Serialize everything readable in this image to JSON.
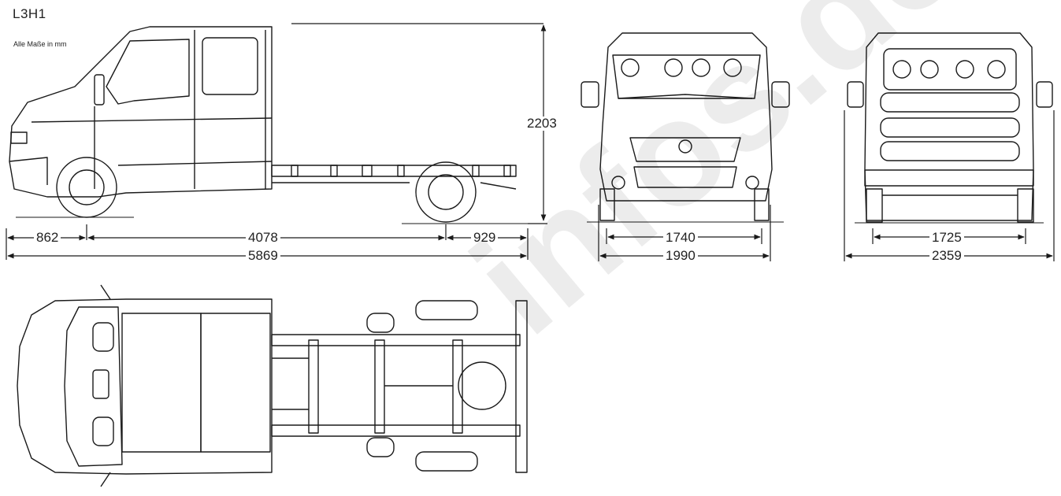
{
  "drawing": {
    "title": "L3H1",
    "note": "Alle Maße in mm",
    "watermark": "infos.de"
  },
  "dimensions": {
    "side_height": "2203",
    "front_overhang": "862",
    "wheelbase": "4078",
    "rear_overhang": "929",
    "overall_length": "5869",
    "front_track": "1740",
    "front_width": "1990",
    "rear_track": "1725",
    "rear_width": "2359"
  },
  "colors": {
    "line": "#1a1a1a",
    "background": "#ffffff"
  }
}
